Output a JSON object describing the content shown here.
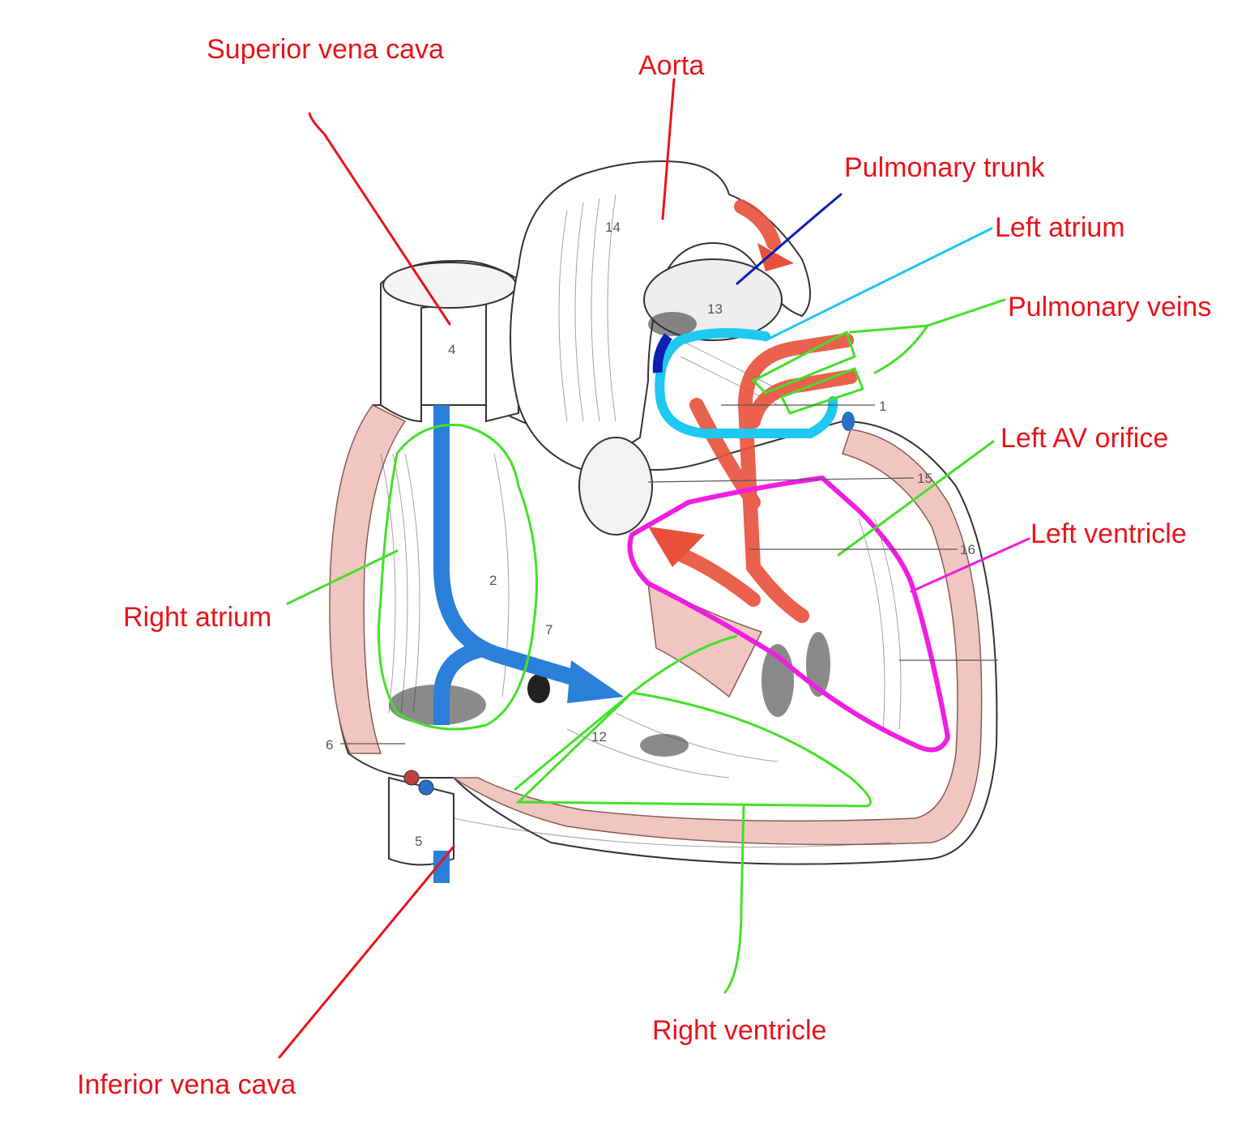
{
  "labels": {
    "superior_vena_cava": "Superior vena cava",
    "aorta": "Aorta",
    "pulmonary_trunk": "Pulmonary trunk",
    "left_atrium": "Left atrium",
    "pulmonary_veins": "Pulmonary veins",
    "left_av_orifice": "Left AV orifice",
    "left_ventricle": "Left ventricle",
    "right_atrium": "Right atrium",
    "right_ventricle": "Right ventricle",
    "inferior_vena_cava": "Inferior vena cava"
  },
  "numbers": {
    "n1": "1",
    "n2": "2",
    "n4": "4",
    "n5": "5",
    "n6": "6",
    "n7": "7",
    "n12": "12",
    "n13": "13",
    "n14": "14",
    "n15": "15",
    "n16": "16"
  },
  "colors": {
    "label_text": "#e8141b",
    "leader_red": "#e8141b",
    "leader_green": "#44e02a",
    "leader_cyan": "#1ec8f0",
    "leader_navy": "#0a1fb4",
    "leader_magenta": "#f01ee0",
    "blood_blue": "#2a7fd8",
    "blood_red": "#e8503a",
    "myocardium": "#f2c6c0"
  }
}
